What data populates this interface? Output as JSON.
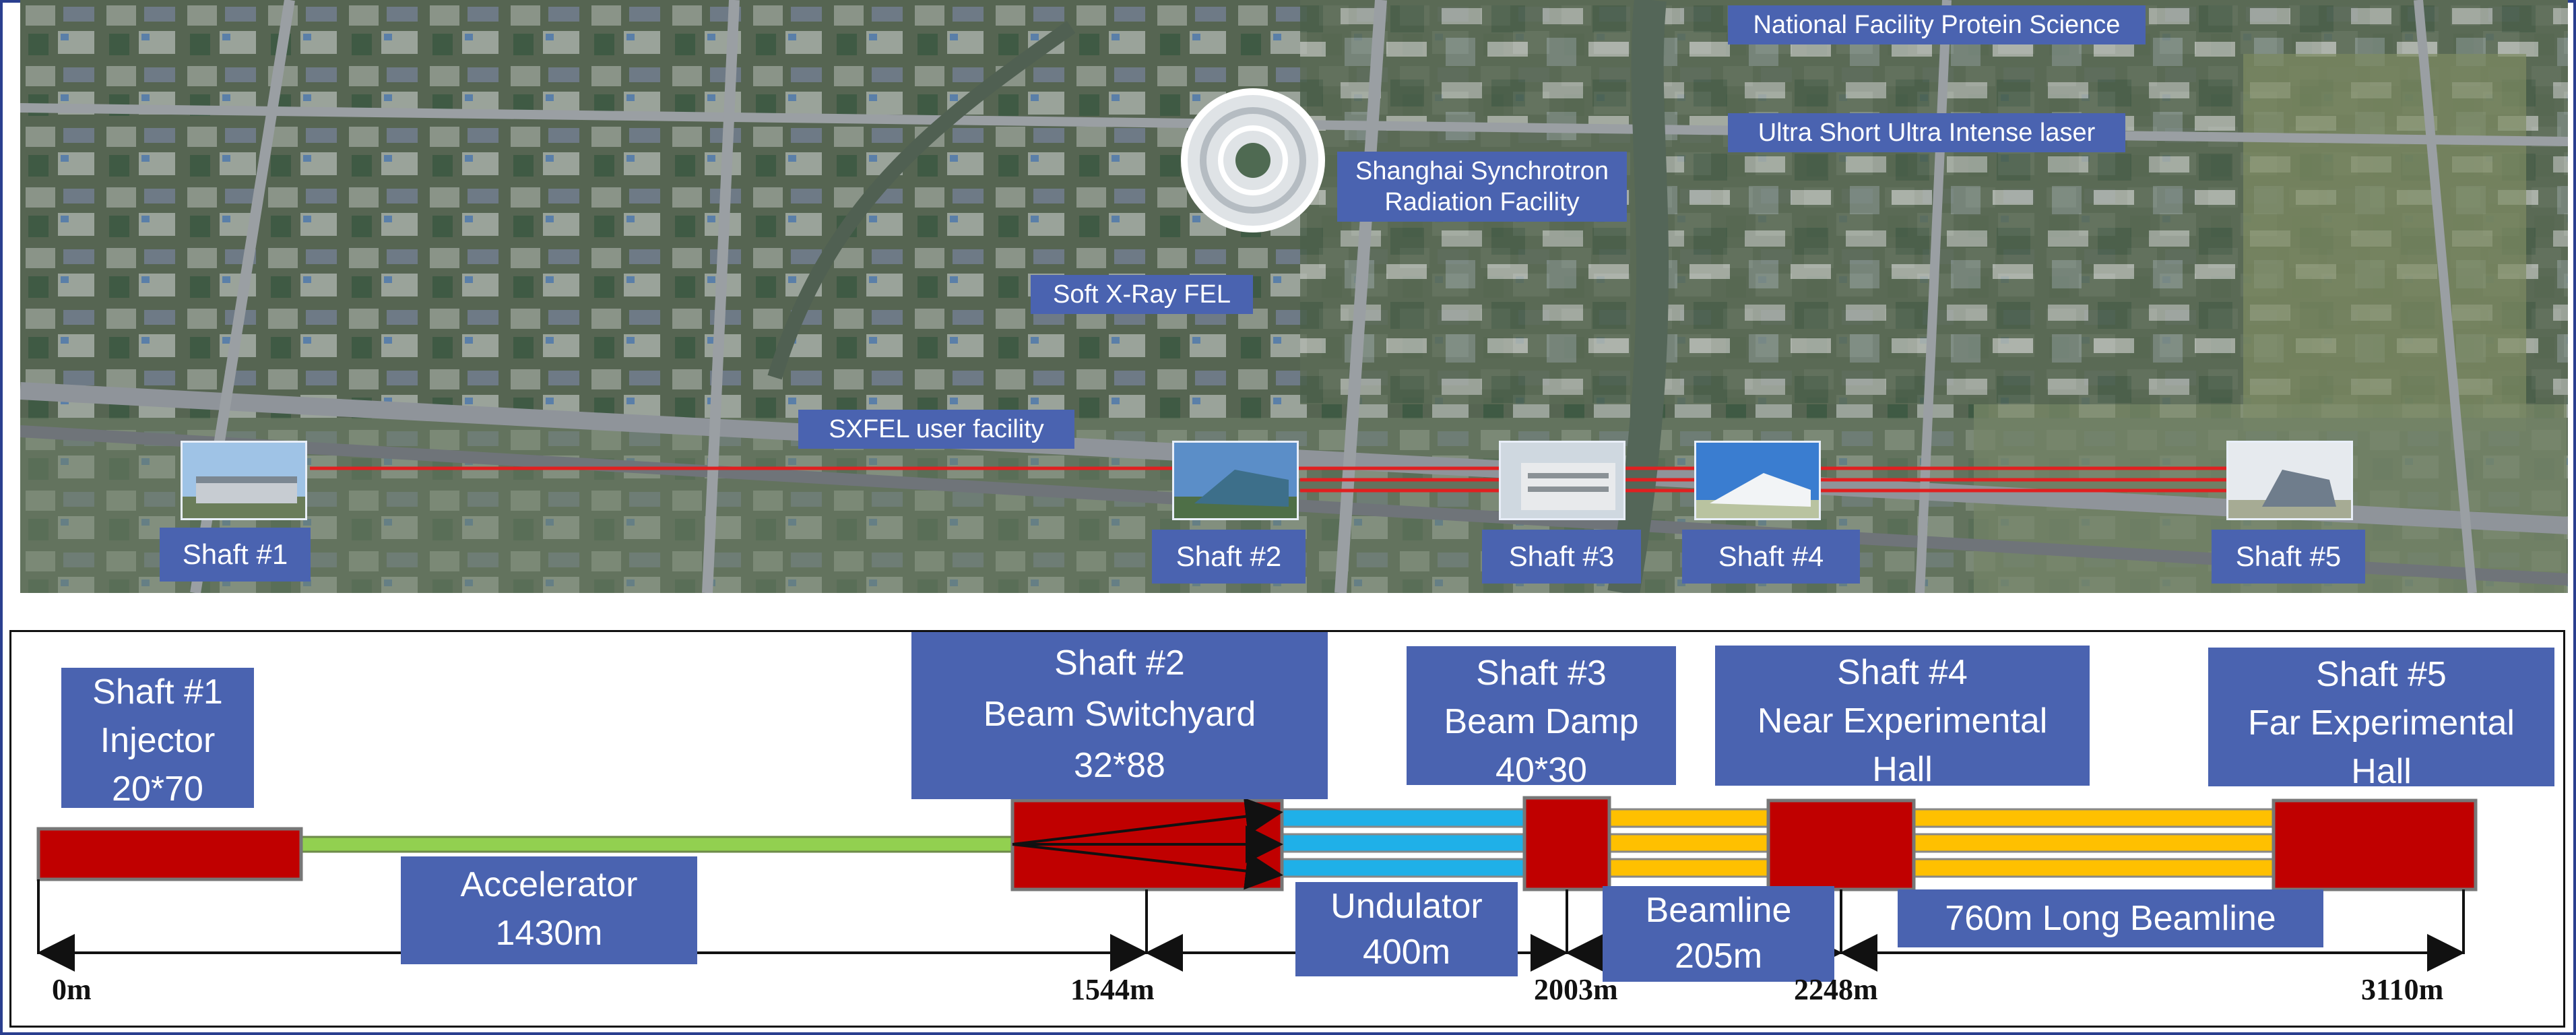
{
  "aerial": {
    "labels": {
      "protein": "National Facility Protein Science",
      "laser": "Ultra Short Ultra Intense laser",
      "ssrf_line1": "Shanghai Synchrotron",
      "ssrf_line2": "Radiation Facility",
      "sxfel": "Soft X-Ray FEL",
      "user_facility": "SXFEL user facility"
    },
    "shafts": [
      "Shaft #1",
      "Shaft #2",
      "Shaft #3",
      "Shaft #4",
      "Shaft #5"
    ]
  },
  "layout": {
    "shaft1": {
      "line1": "Shaft #1",
      "line2": "Injector",
      "line3": "20*70"
    },
    "shaft2": {
      "line1": "Shaft #2",
      "line2": "Beam Switchyard",
      "line3": "32*88"
    },
    "shaft3": {
      "line1": "Shaft #3",
      "line2": "Beam Damp",
      "line3": "40*30"
    },
    "shaft4": {
      "line1": "Shaft #4",
      "line2": "Near Experimental",
      "line3": "Hall"
    },
    "shaft5": {
      "line1": "Shaft #5",
      "line2": "Far Experimental",
      "line3": "Hall"
    },
    "accelerator": {
      "line1": "Accelerator",
      "line2": "1430m"
    },
    "undulator": {
      "line1": "Undulator",
      "line2": "400m"
    },
    "beamline": {
      "line1": "Beamline",
      "line2": "205m"
    },
    "long_beamline": "760m Long Beamline",
    "positions": [
      "0m",
      "1544m",
      "2003m",
      "2248m",
      "3110m"
    ]
  },
  "colors": {
    "label_bg": "#4a63b0",
    "building": "#c00000",
    "accelerator": "#92d050",
    "undulator": "#1fb0e8",
    "beamline": "#ffc000",
    "beam_line": "#e02020"
  }
}
